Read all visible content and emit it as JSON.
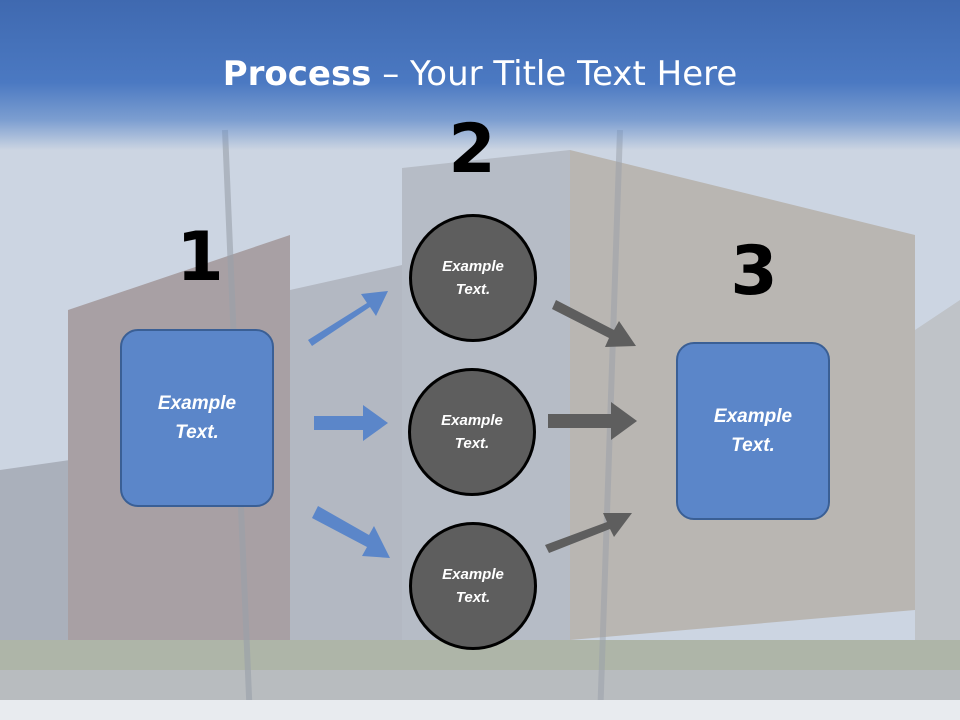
{
  "slide": {
    "title_bold": "Process",
    "title_rest": " – Your Title Text Here"
  },
  "steps": {
    "one": "1",
    "two": "2",
    "three": "3"
  },
  "boxes": {
    "left": "Example Text.",
    "right": "Example Text."
  },
  "circles": [
    {
      "label": "Example Text."
    },
    {
      "label": "Example Text."
    },
    {
      "label": "Example Text."
    }
  ],
  "colors": {
    "title_band": "#4b79c2",
    "box_fill": "#5b86c9",
    "box_border": "#3a5f95",
    "circle_fill": "#5e5e5e",
    "blue_arrow": "#5b86c9",
    "gray_arrow": "#5e5e5e"
  }
}
